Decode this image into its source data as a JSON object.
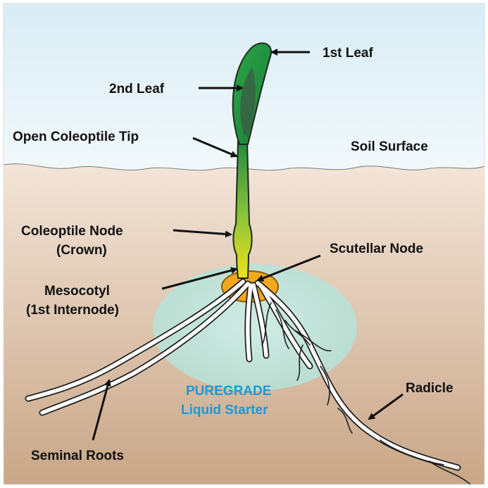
{
  "labels": {
    "first_leaf": "1st Leaf",
    "second_leaf": "2nd Leaf",
    "open_coleoptile_tip": "Open Coleoptile Tip",
    "soil_surface": "Soil Surface",
    "coleoptile_node_line1": "Coleoptile Node",
    "coleoptile_node_line2": "(Crown)",
    "scutellar_node": "Scutellar Node",
    "mesocotyl_line1": "Mesocotyl",
    "mesocotyl_line2": "(1st Internode)",
    "starter_line1": "PUREGRADE",
    "starter_line2": "Liquid Starter",
    "radicle": "Radicle",
    "seminal_roots": "Seminal Roots"
  },
  "colors": {
    "sky_top": "#d9ecf4",
    "sky_bottom": "#f2f9fc",
    "soil_top": "#f3e5d8",
    "soil_bottom": "#c9a687",
    "leaf_green": "#1f8a3c",
    "stem_yellow": "#f0e01a",
    "seed_orange": "#f2a81d",
    "starter_zone": "#bfe6df",
    "starter_text": "#1a9ad6"
  }
}
